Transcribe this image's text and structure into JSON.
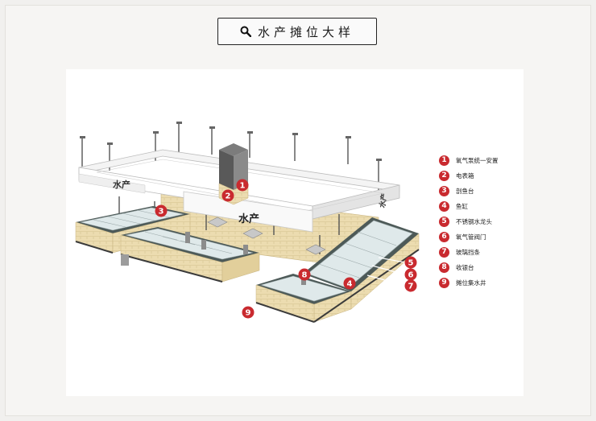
{
  "title": {
    "text": "水产摊位大样",
    "icon": "search-icon"
  },
  "sign_labels": {
    "left": "水产",
    "center": "水产",
    "right": "水产"
  },
  "legend": [
    {
      "num": "1",
      "label": "氧气泵统一安置"
    },
    {
      "num": "2",
      "label": "电表箱"
    },
    {
      "num": "3",
      "label": "剖鱼台"
    },
    {
      "num": "4",
      "label": "鱼缸"
    },
    {
      "num": "5",
      "label": "不锈钢水龙头"
    },
    {
      "num": "6",
      "label": "氧气管阀门"
    },
    {
      "num": "7",
      "label": "玻璃挡条"
    },
    {
      "num": "8",
      "label": "收银台"
    },
    {
      "num": "9",
      "label": "摊位集水井"
    }
  ],
  "callouts": [
    "1",
    "2",
    "3",
    "4",
    "5",
    "6",
    "7",
    "8",
    "9"
  ],
  "colors": {
    "marker": "#c92a2f",
    "counter_front": "#e8d6a6",
    "counter_top": "#4d5a58",
    "tank_glass": "#dfe9ea",
    "frame": "#d9d9d9"
  }
}
